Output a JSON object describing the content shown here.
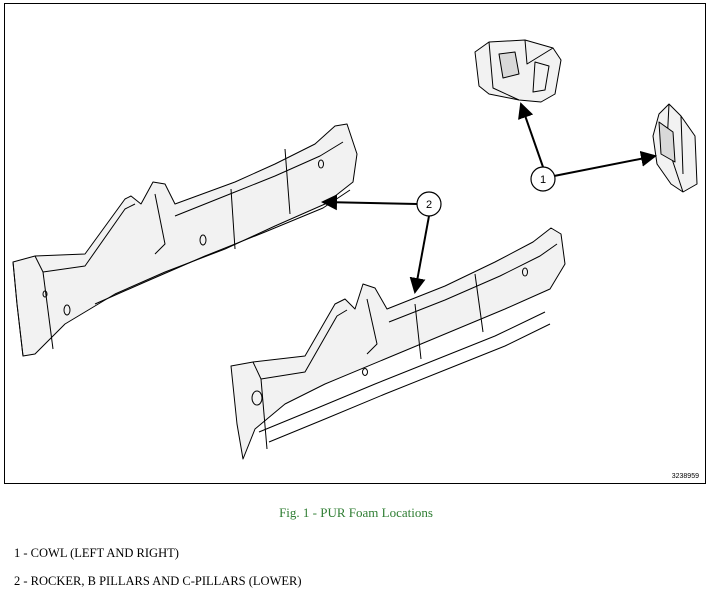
{
  "figure": {
    "id_number": "3238959",
    "callouts": [
      "1",
      "2"
    ]
  },
  "caption": "Fig. 1 - PUR Foam Locations",
  "legend": [
    {
      "text": "1 - COWL (LEFT AND RIGHT)"
    },
    {
      "text": "2 - ROCKER, B PILLARS AND C-PILLARS (LOWER)"
    }
  ],
  "colors": {
    "line": "#000000",
    "part_fill": "#f2f2f2",
    "part_shade": "#d9d9d9",
    "caption": "#2e7d32"
  }
}
